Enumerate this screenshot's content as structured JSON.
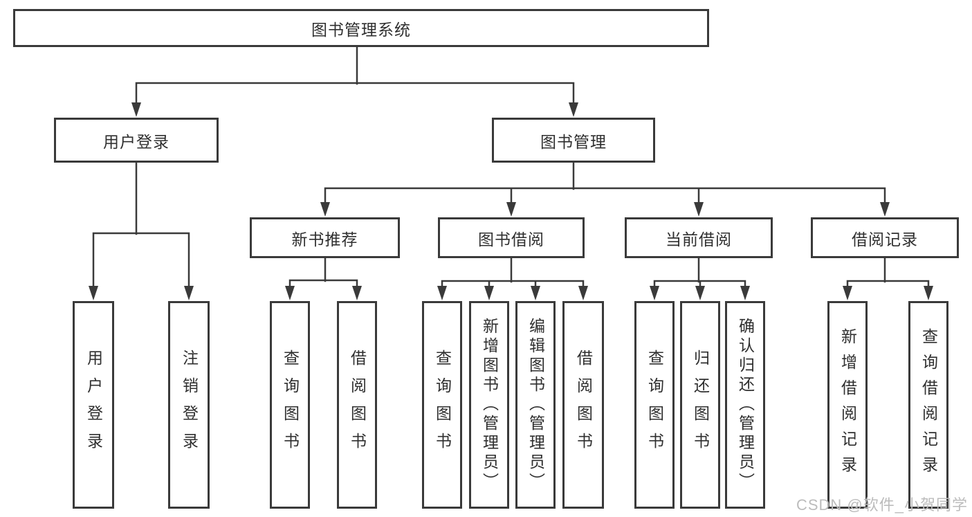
{
  "colors": {
    "line": "#3a3a3a",
    "text": "#2f2f2f",
    "box_background": "#ffffff",
    "page_background": "#ffffff",
    "watermark": "#bcbcbc"
  },
  "watermark": {
    "text": "CSDN @软件_小贺同学"
  },
  "tree": {
    "root": {
      "label": "图书管理系统"
    },
    "children": [
      {
        "label": "用户登录",
        "children": [
          {
            "label": "用户登录"
          },
          {
            "label": "注销登录"
          }
        ]
      },
      {
        "label": "图书管理",
        "children": [
          {
            "label": "新书推荐",
            "children": [
              {
                "label": "查询图书"
              },
              {
                "label": "借阅图书"
              }
            ]
          },
          {
            "label": "图书借阅",
            "children": [
              {
                "label": "查询图书"
              },
              {
                "label": "新增图书（管理员）"
              },
              {
                "label": "编辑图书（管理员）"
              },
              {
                "label": "借阅图书"
              }
            ]
          },
          {
            "label": "当前借阅",
            "children": [
              {
                "label": "查询图书"
              },
              {
                "label": "归还图书"
              },
              {
                "label": "确认归还（管理员）"
              }
            ]
          },
          {
            "label": "借阅记录",
            "children": [
              {
                "label": "新增借阅记录"
              },
              {
                "label": "查询借阅记录"
              }
            ]
          }
        ]
      }
    ]
  }
}
